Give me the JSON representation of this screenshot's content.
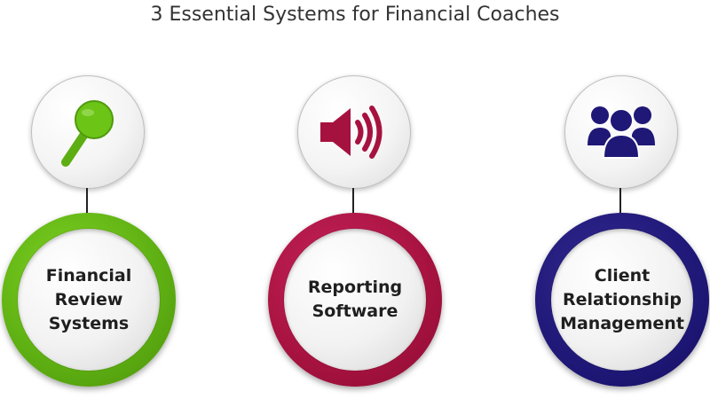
{
  "title": "3 Essential Systems for Financial Coaches",
  "items": [
    {
      "label": "Financial\nReview\nSystems",
      "icon": "magnifier-icon",
      "color": "#5dae12"
    },
    {
      "label": "Reporting\nSoftware",
      "icon": "speaker-icon",
      "color": "#a6123f"
    },
    {
      "label": "Client\nRelationship\nManagement",
      "icon": "users-icon",
      "color": "#1f1877"
    }
  ],
  "colors": {
    "magnifier": "#6cc417",
    "speaker": "#a6123f",
    "users": "#1f1877"
  }
}
